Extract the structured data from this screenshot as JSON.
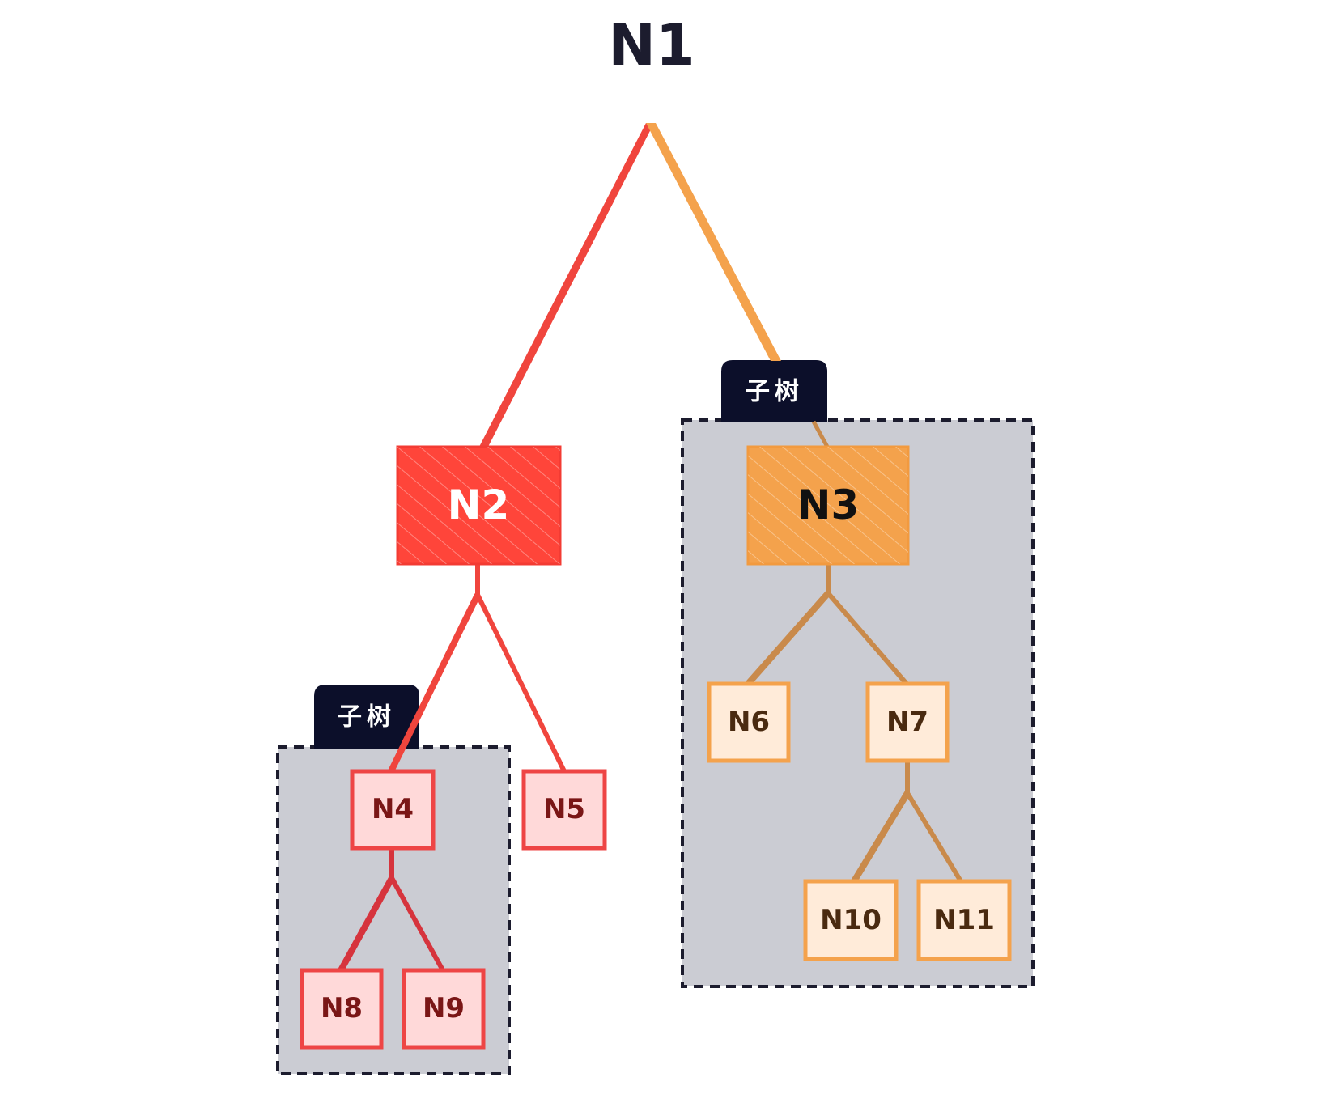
{
  "diagram": {
    "root_label": "N1",
    "subtree_tag": "子树",
    "colors": {
      "red_branch": "#f0453d",
      "red_fill": "#ff453a",
      "orange_branch": "#f4a24c",
      "orange_fill": "#f4a24c",
      "brown_edge": "#c98a4b",
      "light_red_fill": "#ffd9d9",
      "light_orange_fill": "#ffebd9",
      "subtree_bg": "#cbccd3",
      "tab_bg": "#0c0f2a",
      "ink": "#1c1c2e"
    },
    "nodes": {
      "N2": "N2",
      "N3": "N3",
      "N4": "N4",
      "N5": "N5",
      "N6": "N6",
      "N7": "N7",
      "N8": "N8",
      "N9": "N9",
      "N10": "N10",
      "N11": "N11"
    }
  }
}
